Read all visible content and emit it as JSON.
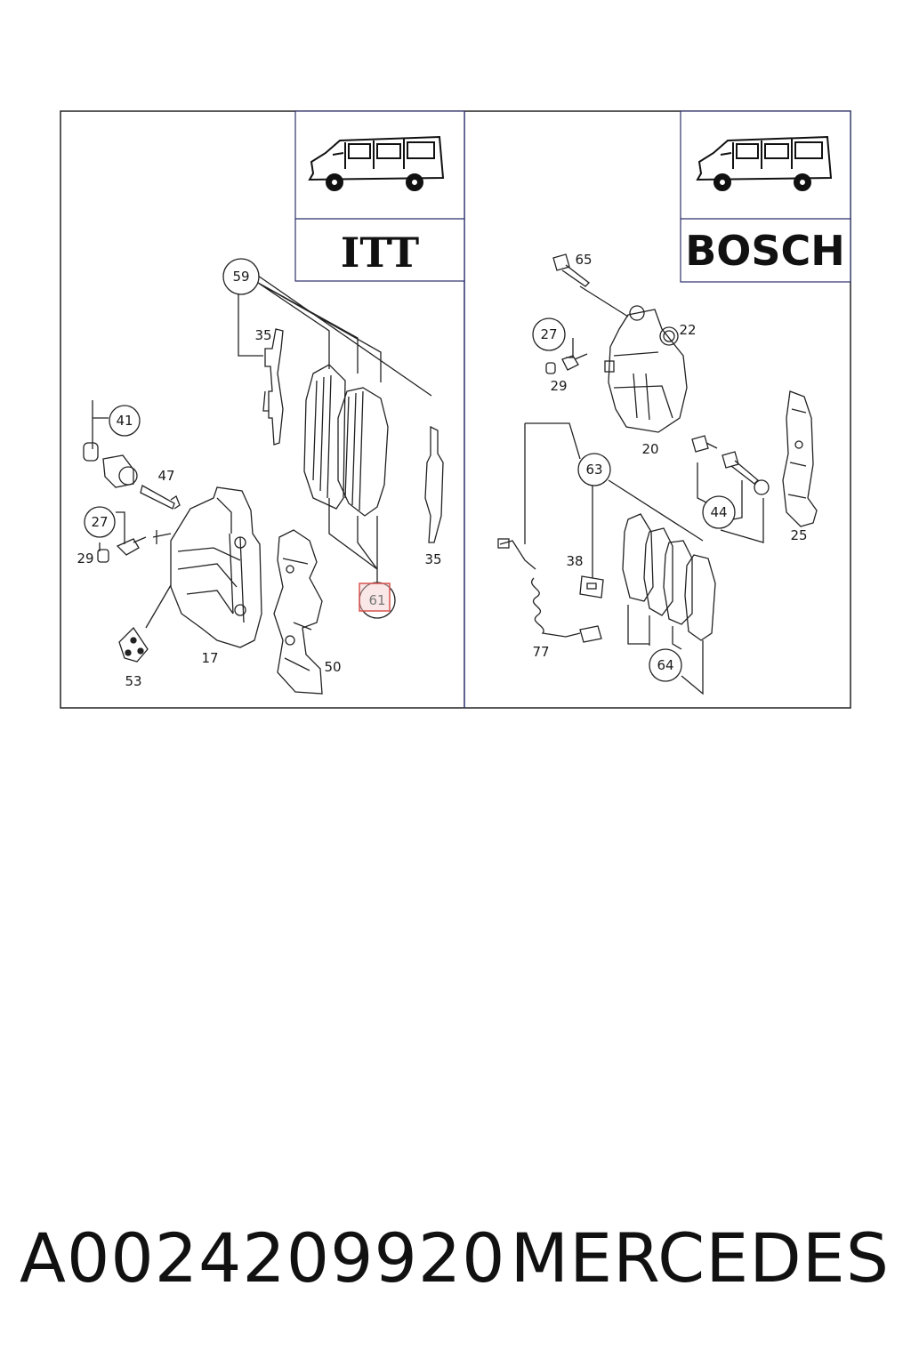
{
  "panels": {
    "left": {
      "brand": "ITT"
    },
    "right": {
      "brand": "BOSCH"
    }
  },
  "callouts": {
    "c59": "59",
    "c35a": "35",
    "c35b": "35",
    "c41": "41",
    "c47": "47",
    "c27a": "27",
    "c29a": "29",
    "c17": "17",
    "c53": "53",
    "c50": "50",
    "c61": "61",
    "c65": "65",
    "c22": "22",
    "c27b": "27",
    "c29b": "29",
    "c20": "20",
    "c63": "63",
    "c44": "44",
    "c25": "25",
    "c38": "38",
    "c77": "77",
    "c64": "64"
  },
  "highlight_color": "#d9534f",
  "footer": {
    "part_number": "A0024209920",
    "brand": "MERCEDES"
  }
}
